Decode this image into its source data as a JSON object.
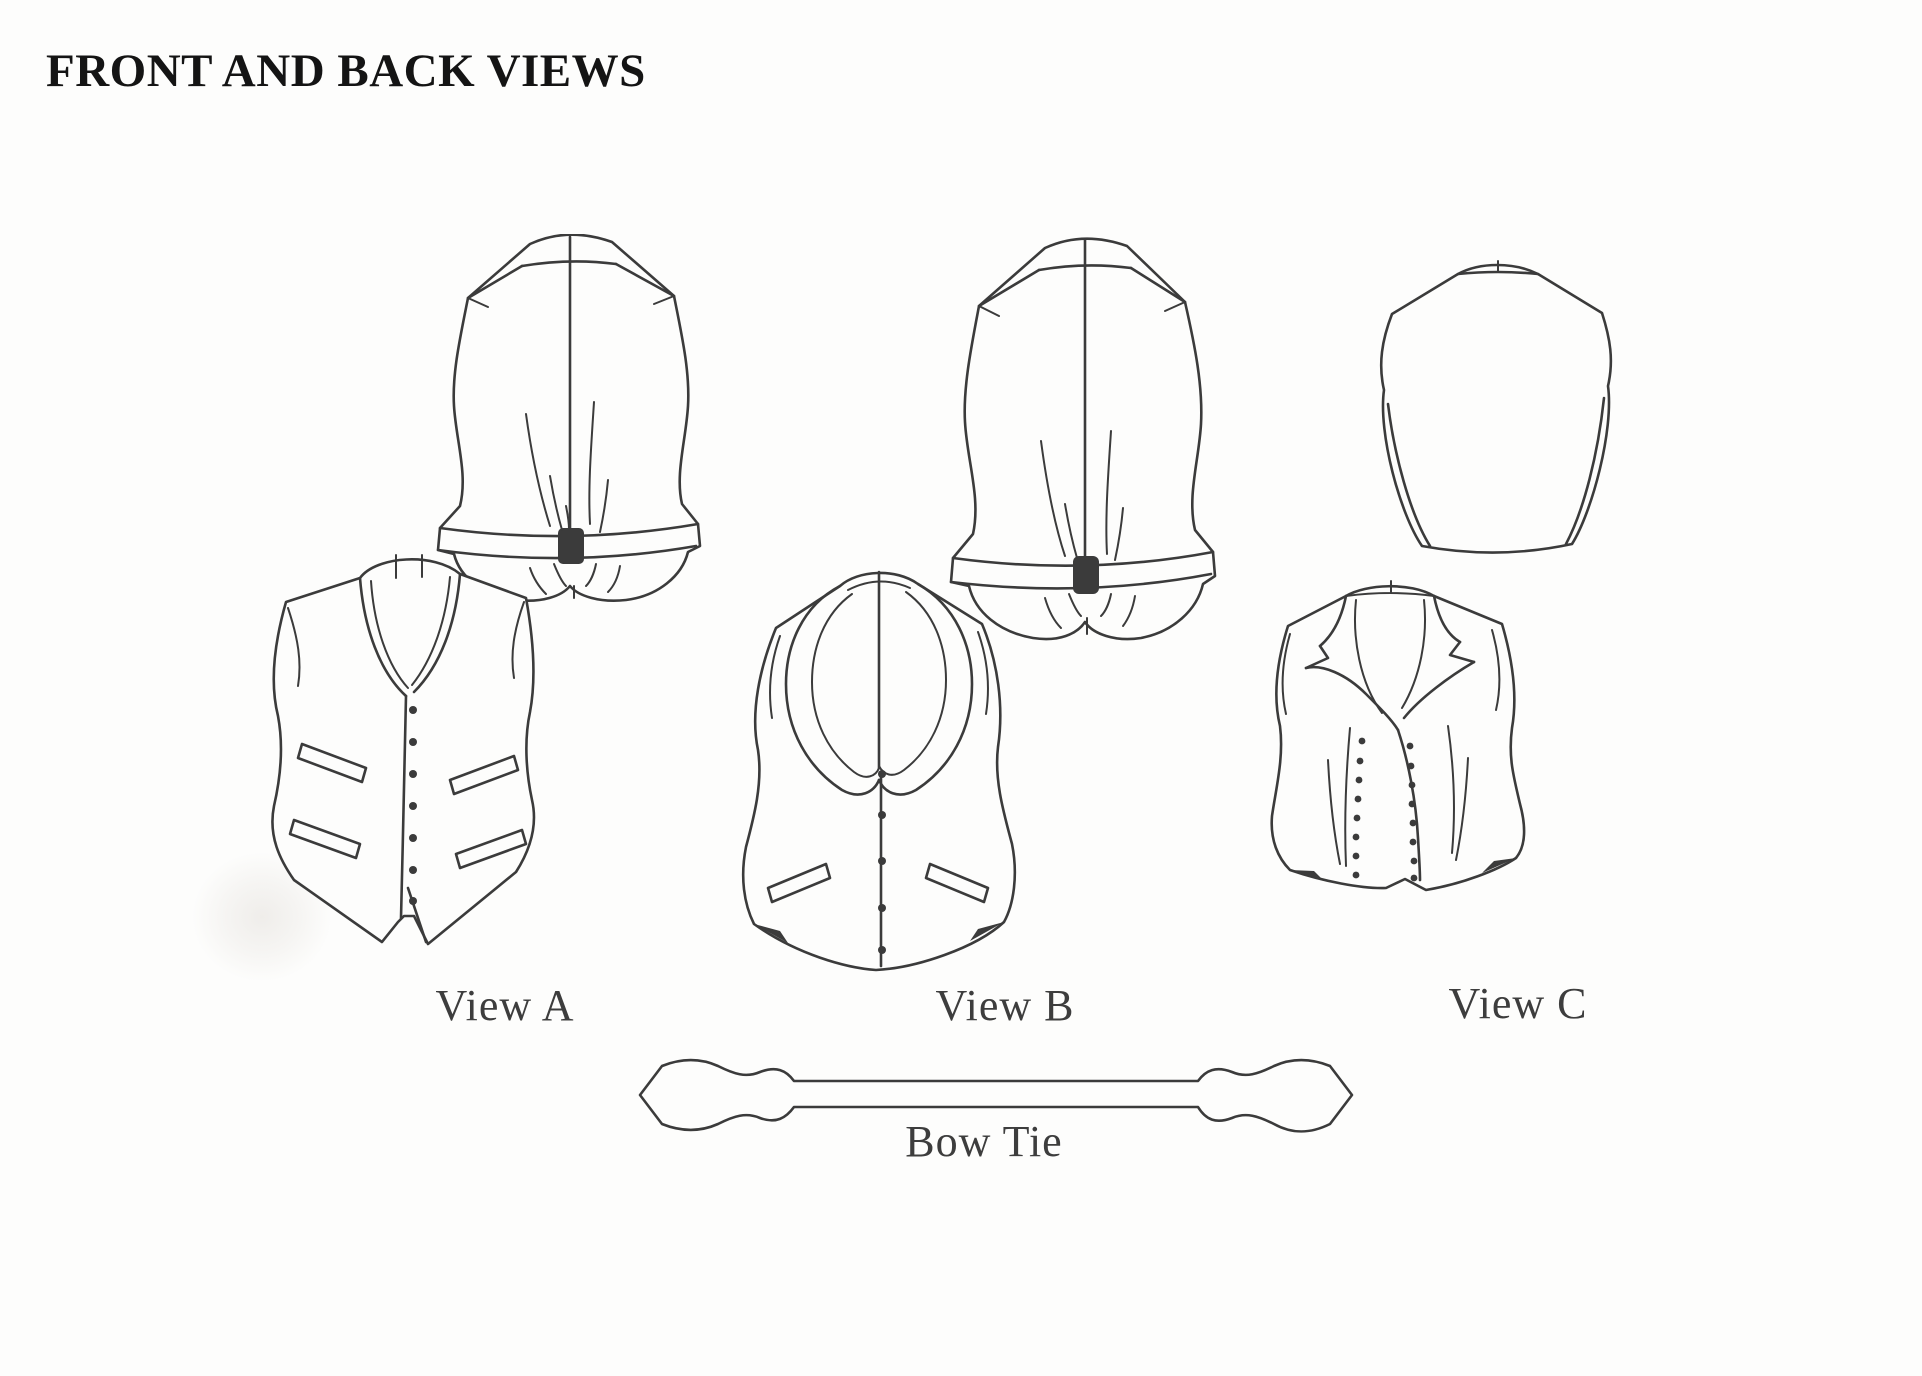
{
  "page": {
    "title": "FRONT AND BACK VIEWS",
    "background_color": "#fdfdfc",
    "ink_color": "#3b3b3b",
    "title_color": "#141414",
    "label_color": "#3d3d3d"
  },
  "views": [
    {
      "id": "A",
      "label": "View A"
    },
    {
      "id": "B",
      "label": "View B"
    },
    {
      "id": "C",
      "label": "View C"
    }
  ],
  "bow_tie": {
    "label": "Bow Tie"
  },
  "illustrations": {
    "view_a_back": "vest-back-with-cinch-belt-illustration",
    "view_a_front": "vest-front-seven-buttons-four-welt-pockets-illustration",
    "view_b_back": "vest-back-with-cinch-belt-illustration",
    "view_b_front": "shawl-collar-vest-front-five-buttons-two-pockets-illustration",
    "view_c_back": "plain-vest-back-side-panels-illustration",
    "view_c_front": "double-breasted-notched-lapel-vest-front-illustration",
    "bow_tie": "untied-bow-tie-band-illustration"
  }
}
